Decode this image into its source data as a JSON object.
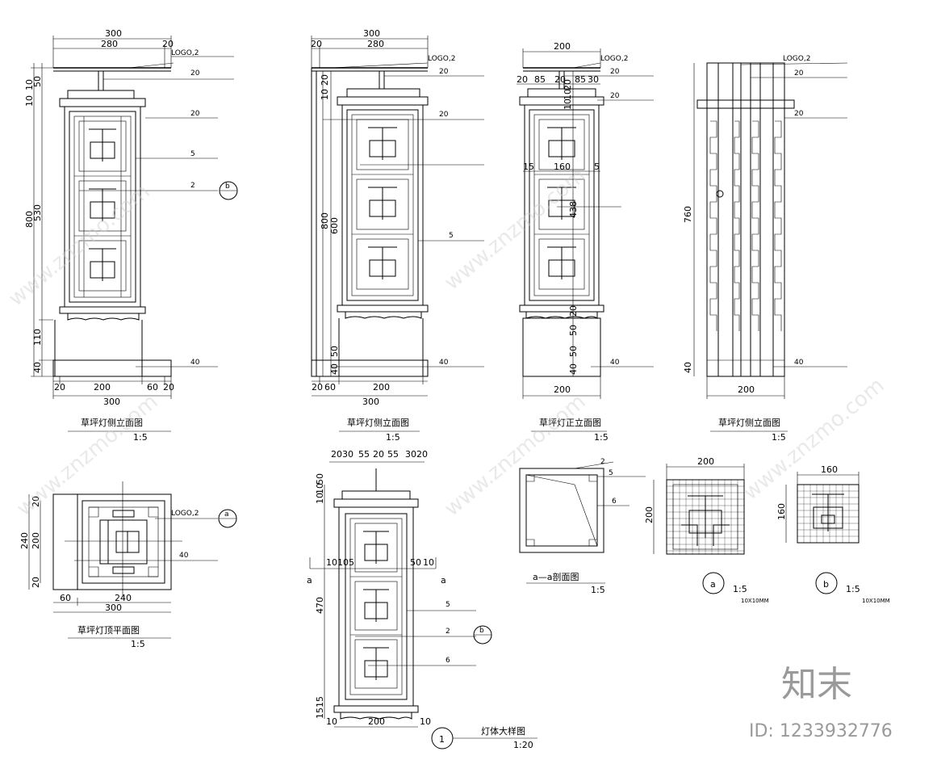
{
  "views": {
    "elev1": {
      "title": "草坪灯侧立面图",
      "scale": "1:5",
      "dims_top": [
        "300",
        "280",
        "20"
      ],
      "dims_bottom": [
        "20",
        "200",
        "60",
        "20",
        "300"
      ],
      "dims_left": [
        "10",
        "10",
        "50",
        "800",
        "530",
        "110",
        "40"
      ],
      "notes": [
        "LOGO,2",
        "20",
        "20",
        "5",
        "2",
        "40"
      ],
      "callout": "b"
    },
    "elev2": {
      "title": "草坪灯侧立面图",
      "scale": "1:5",
      "dims_top": [
        "300",
        "20",
        "280"
      ],
      "dims_bottom": [
        "20",
        "60",
        "200",
        "300"
      ],
      "dims_left": [
        "10",
        "20",
        "800",
        "600",
        "50",
        "40"
      ],
      "notes": [
        "LOGO,2",
        "20",
        "20",
        "5",
        "40"
      ]
    },
    "elev3": {
      "title": "草坪灯正立面图",
      "scale": "1:5",
      "dims_top": [
        "200",
        "20",
        "85",
        "20",
        "85",
        "30"
      ],
      "dims_mid": [
        "15",
        "160",
        "5"
      ],
      "dims_left": [
        "10",
        "10",
        "20",
        "438",
        "20",
        "50",
        "50",
        "40"
      ],
      "dims_bottom": [
        "200"
      ],
      "notes": [
        "LOGO,2",
        "20",
        "20",
        "40"
      ]
    },
    "elev4": {
      "title": "草坪灯侧立面图",
      "scale": "1:5",
      "dims_left": [
        "760",
        "40"
      ],
      "dims_bottom": [
        "200"
      ],
      "notes": [
        "LOGO,2",
        "20",
        "20",
        "40"
      ]
    },
    "plan": {
      "title": "草坪灯顶平面图",
      "scale": "1:5",
      "dims_left": [
        "20",
        "240",
        "200",
        "20"
      ],
      "dims_bottom": [
        "60",
        "240",
        "300"
      ],
      "notes": [
        "LOGO,2",
        "40"
      ],
      "callout": "a"
    },
    "detail": {
      "title": "灯体大样图",
      "scale": "1:20",
      "number": "1",
      "dims_top": [
        "2030",
        "55",
        "20",
        "55",
        "3020"
      ],
      "dims_left": [
        "10",
        "10",
        "50",
        "470",
        "15",
        "15"
      ],
      "dims_mid": [
        "10",
        "10",
        "5",
        "50",
        "10"
      ],
      "dims_bottom": [
        "10",
        "200",
        "10"
      ],
      "section_mark": "a",
      "notes": [
        "5",
        "2",
        "6"
      ],
      "callout": "b"
    },
    "section": {
      "title": "a—a剖面图",
      "scale": "1:5",
      "notes": [
        "2",
        "5",
        "6"
      ]
    },
    "detail_a": {
      "label": "a",
      "scale": "1:5",
      "dims": [
        "200",
        "200"
      ],
      "note": "10X10MM"
    },
    "detail_b": {
      "label": "b",
      "scale": "1:5",
      "dims": [
        "160",
        "160"
      ],
      "note": "10X10MM"
    }
  },
  "watermark": {
    "brand": "知末",
    "id": "ID: 1233932776",
    "site": "www.znzmo.com"
  }
}
